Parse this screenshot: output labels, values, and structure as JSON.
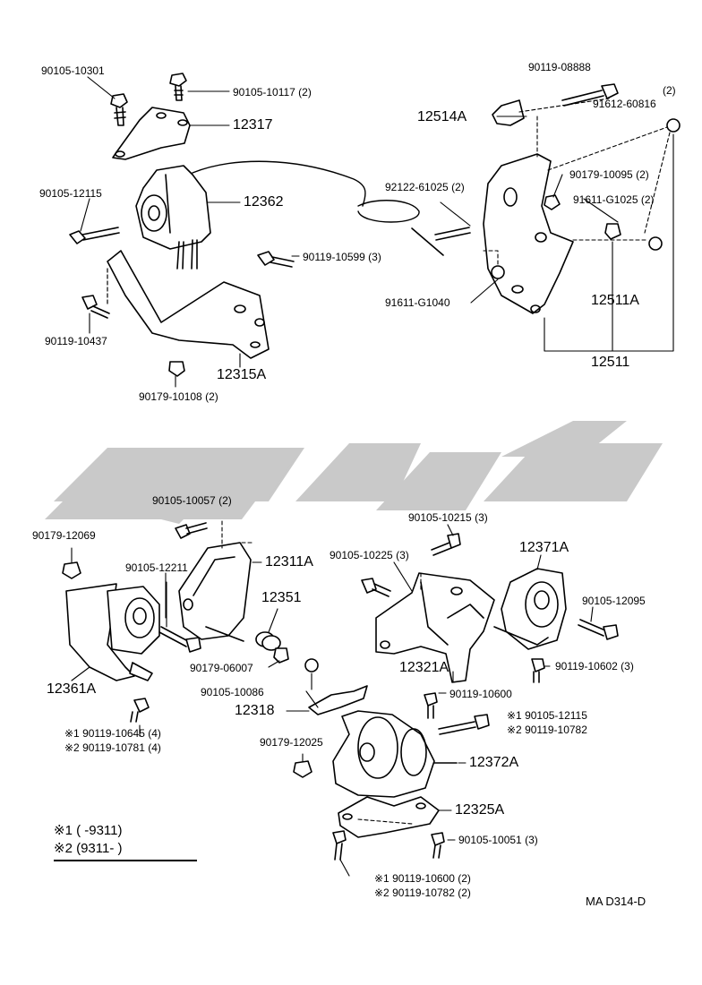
{
  "diagram": {
    "code": "MA D314-D",
    "legend": [
      "※1 (      -9311)",
      "※2 (9311-        )"
    ],
    "colors": {
      "line": "#000000",
      "watermark": "#c9c9c9"
    },
    "labels": {
      "p90105_10301": "90105-10301",
      "p90105_10117": "90105-10117 (2)",
      "p12317": "12317",
      "p90105_12115": "90105-12115",
      "p12362": "12362",
      "p90119_10599": "90119-10599 (3)",
      "p90119_10437": "90119-10437",
      "p12315A": "12315A",
      "p90179_10108": "90179-10108 (2)",
      "p90119_08888": "90119-08888",
      "p91612_60816_qty": "(2)",
      "p91612_60816": "91612-60816",
      "p12514A": "12514A",
      "p90179_10095": "90179-10095 (2)",
      "p92122_61025": "92122-61025 (2)",
      "p91611_G1025": "91611-G1025 (2)",
      "p91611_G1040": "91611-G1040",
      "p12511A": "12511A",
      "p12511": "12511",
      "p90105_10057": "90105-10057 (2)",
      "p90179_12069": "90179-12069",
      "p12311A": "12311A",
      "p90105_12211": "90105-12211",
      "p12351": "12351",
      "p90179_06007": "90179-06007",
      "p12361A": "12361A",
      "p90105_10086": "90105-10086",
      "p12318": "12318",
      "p90119_10645": "※1 90119-10645 (4)",
      "p90119_10781": "※2 90119-10781 (4)",
      "p90105_10215": "90105-10215 (3)",
      "p90105_10225": "90105-10225 (3)",
      "p12371A": "12371A",
      "p90105_12095": "90105-12095",
      "p12321A": "12321A",
      "p90119_10602": "90119-10602 (3)",
      "p90119_10600": "90119-10600",
      "p90105_12115b": "※1 90105-12115",
      "p90119_10782": "※2 90119-10782",
      "p90179_12025": "90179-12025",
      "p12372A": "12372A",
      "p12325A": "12325A",
      "p90105_10051": "90105-10051 (3)",
      "p90119_10600b": "※1 90119-10600 (2)",
      "p90119_10782b": "※2 90119-10782 (2)"
    }
  }
}
